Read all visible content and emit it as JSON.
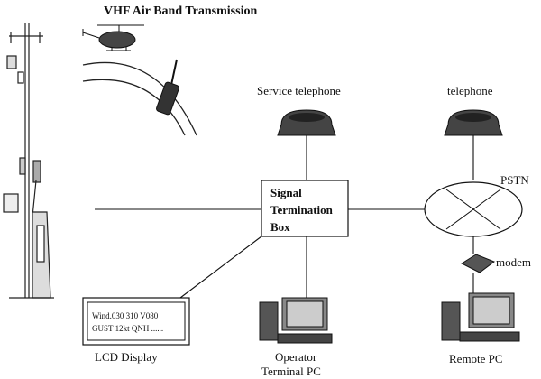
{
  "diagram": {
    "title": "VHF Air Band Transmission",
    "nodes": {
      "service_telephone": "Service telephone",
      "telephone": "telephone",
      "pstn": "PSTN",
      "signal_box": [
        "Signal",
        "Termination",
        "Box"
      ],
      "modem": "modem",
      "lcd_display": "LCD Display",
      "operator_pc": [
        "Operator",
        "Terminal PC"
      ],
      "remote_pc": "Remote PC"
    },
    "lcd_screen": [
      "Wind.030 310 V080",
      "GUST 12kt QNH ......"
    ]
  }
}
